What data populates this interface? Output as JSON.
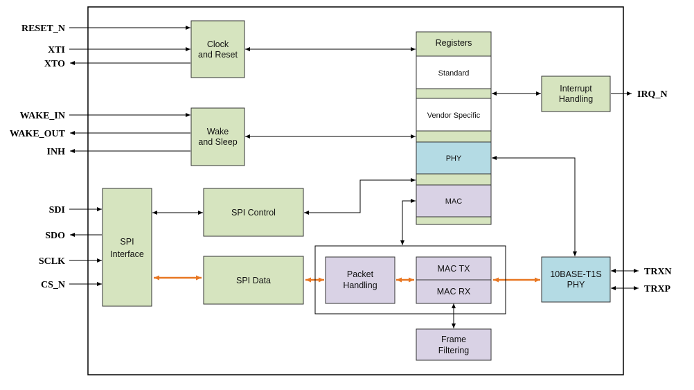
{
  "colors": {
    "green_block": "#d6e4bf",
    "blue_block": "#b4dbe4",
    "purple_block": "#d9d2e5",
    "data_arrow": "#e87722",
    "line": "#000000"
  },
  "pins": {
    "reset_n": "RESET_N",
    "xti": "XTI",
    "xto": "XTO",
    "wake_in": "WAKE_IN",
    "wake_out": "WAKE_OUT",
    "inh": "INH",
    "sdi": "SDI",
    "sdo": "SDO",
    "sclk": "SCLK",
    "cs_n": "CS_N",
    "irq_n": "IRQ_N",
    "trxn": "TRXN",
    "trxp": "TRXP"
  },
  "blocks": {
    "clock_reset": [
      "Clock",
      "and Reset"
    ],
    "wake_sleep": [
      "Wake",
      "and Sleep"
    ],
    "spi_interface": [
      "SPI",
      "Interface"
    ],
    "spi_control": "SPI Control",
    "spi_data": "SPI Data",
    "registers": "Registers",
    "standard": "Standard",
    "vendor_specific": "Vendor Specific",
    "phy_reg": "PHY",
    "mac_reg": "MAC",
    "interrupt": [
      "Interrupt",
      "Handling"
    ],
    "packet_handling": [
      "Packet",
      "Handling"
    ],
    "mac_tx": "MAC TX",
    "mac_rx": "MAC RX",
    "frame_filtering": [
      "Frame",
      "Filtering"
    ],
    "phy_10base": [
      "10BASE-T1S",
      "PHY"
    ]
  }
}
